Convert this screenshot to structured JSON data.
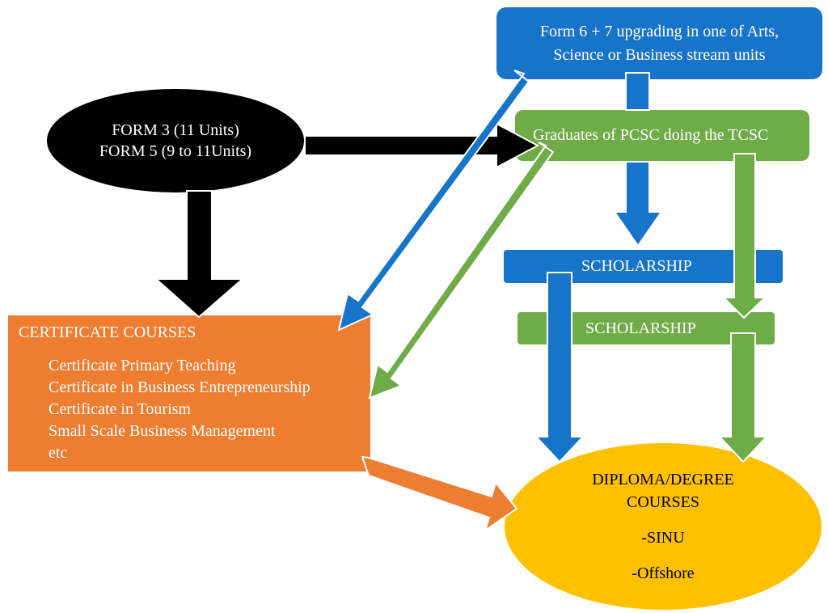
{
  "nodes": {
    "form67": {
      "line1": "Form 6 + 7 upgrading in one of Arts,",
      "line2": "Science or Business stream units"
    },
    "pcsc": {
      "label": "Graduates of PCSC doing the TCSC"
    },
    "form35": {
      "line1": "FORM 3 (11 Units)",
      "line2": "FORM 5 (9 to 11Units)"
    },
    "scholarship_blue": {
      "label": "SCHOLARSHIP"
    },
    "scholarship_green": {
      "label": "SCHOLARSHIP"
    },
    "certificate": {
      "title": "CERTIFICATE COURSES",
      "items": [
        "Certificate Primary Teaching",
        "Certificate in Business Entrepreneurship",
        "Certificate in Tourism",
        "Small Scale Business Management",
        "etc"
      ]
    },
    "diploma": {
      "line1": "DIPLOMA/DEGREE",
      "line2": "COURSES",
      "item1": "-SINU",
      "item2": "-Offshore"
    }
  },
  "colors": {
    "blue": "#1874c8",
    "green": "#6fac48",
    "orange": "#ed7d31",
    "black": "#000000",
    "gold": "#ffc000"
  }
}
